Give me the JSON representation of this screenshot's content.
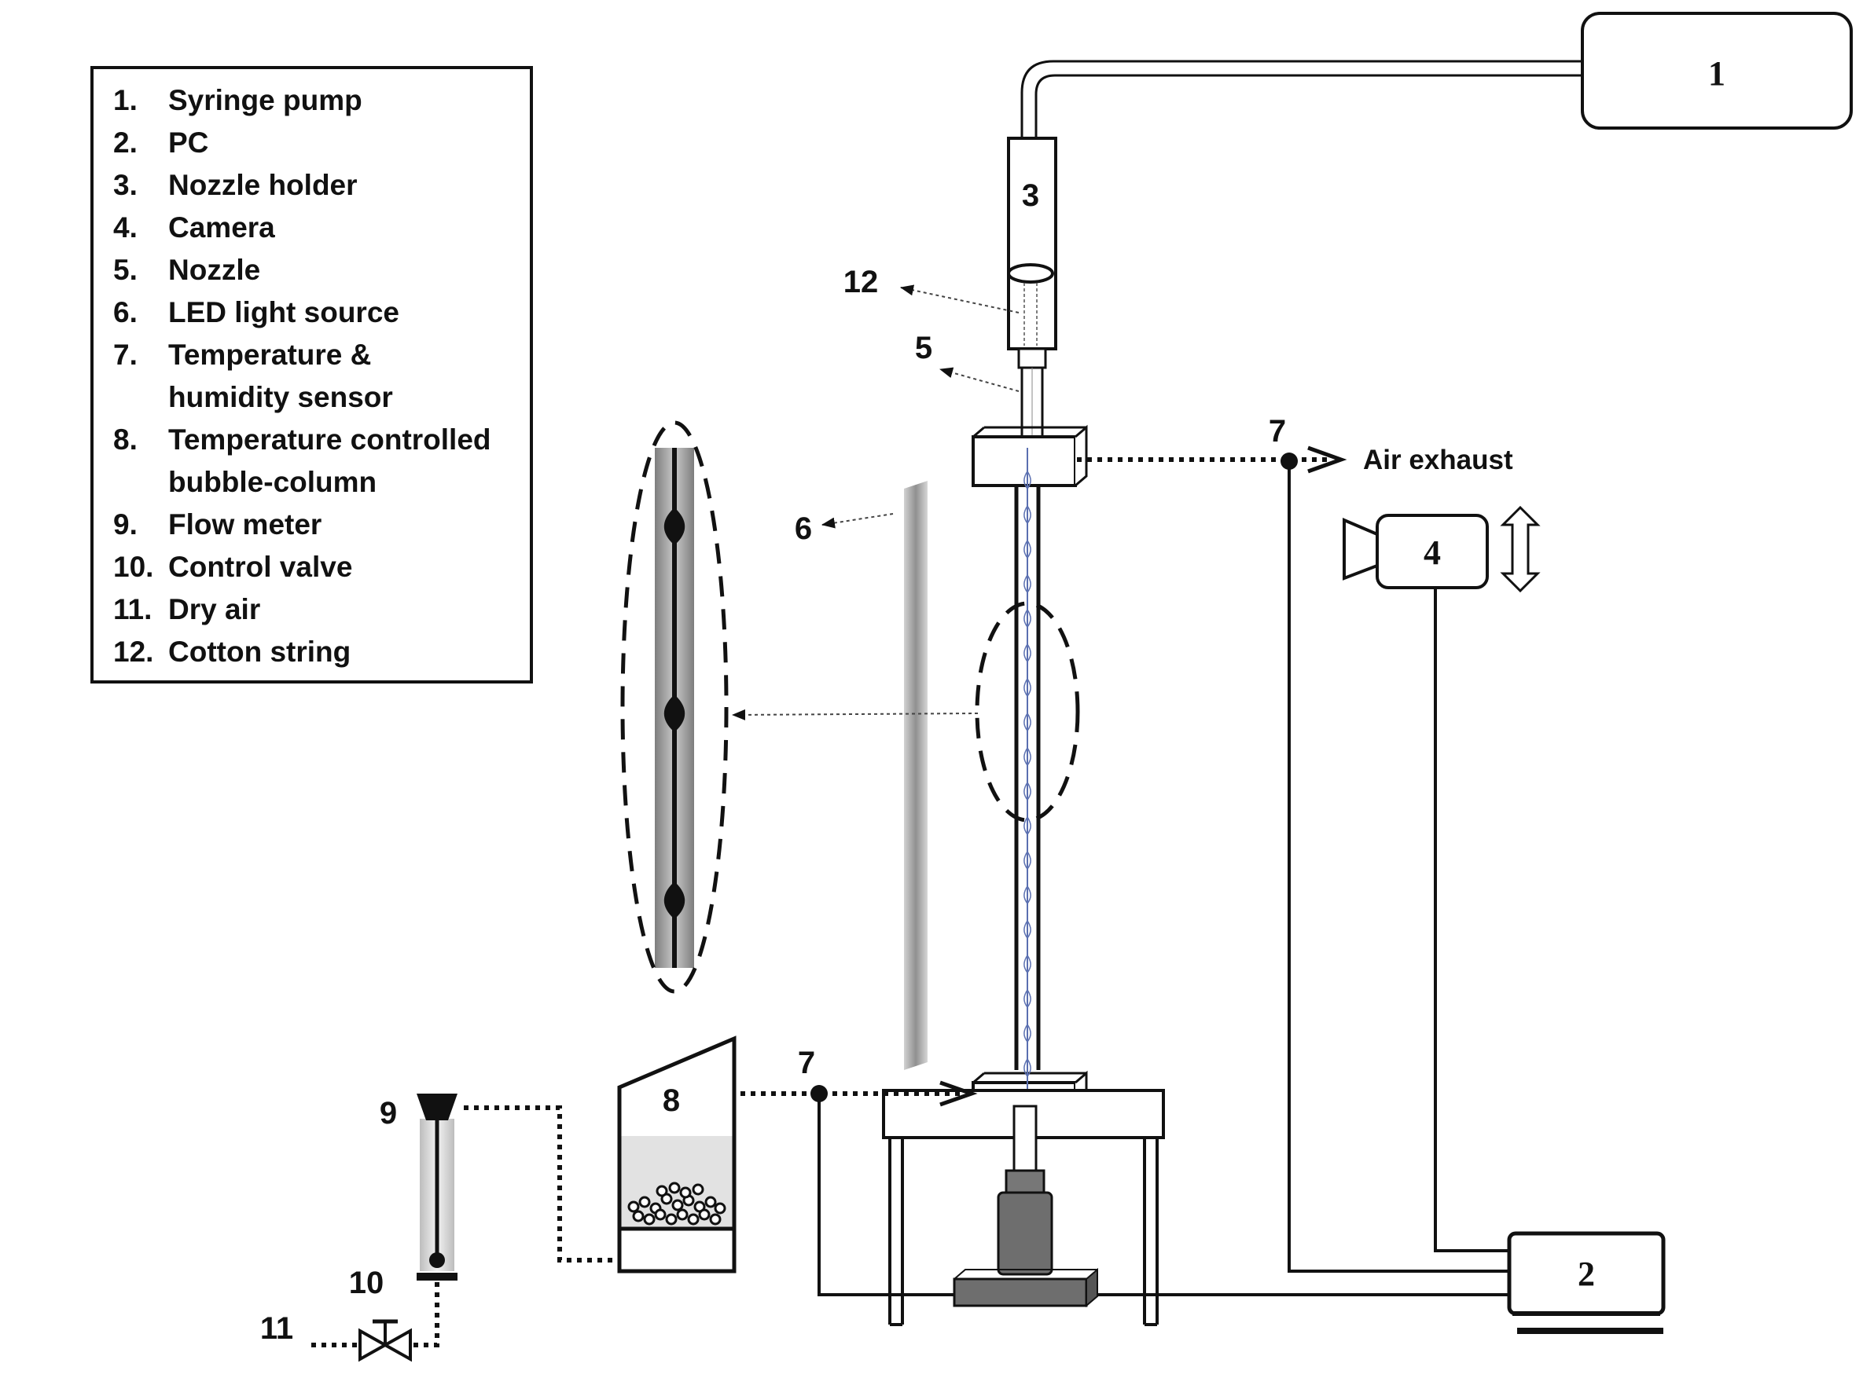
{
  "legend": {
    "items": [
      {
        "num": "1.",
        "lines": [
          "Syringe pump"
        ]
      },
      {
        "num": "2.",
        "lines": [
          "PC"
        ]
      },
      {
        "num": "3.",
        "lines": [
          "Nozzle holder"
        ]
      },
      {
        "num": "4.",
        "lines": [
          "Camera"
        ]
      },
      {
        "num": "5.",
        "lines": [
          "Nozzle"
        ]
      },
      {
        "num": "6.",
        "lines": [
          "LED light source"
        ]
      },
      {
        "num": "7.",
        "lines": [
          "Temperature &",
          "humidity sensor"
        ]
      },
      {
        "num": "8.",
        "lines": [
          "Temperature controlled",
          "bubble-column"
        ]
      },
      {
        "num": "9.",
        "lines": [
          "Flow meter"
        ]
      },
      {
        "num": "10.",
        "lines": [
          "Control valve"
        ]
      },
      {
        "num": "11.",
        "lines": [
          "Dry air"
        ]
      },
      {
        "num": "12.",
        "lines": [
          "Cotton string"
        ]
      }
    ]
  },
  "labels": {
    "syringe_pump": "1",
    "pc": "2",
    "nozzle_holder": "3",
    "camera": "4",
    "nozzle": "5",
    "led": "6",
    "sensor_top": "7",
    "sensor_bottom": "7",
    "bubble_column": "8",
    "flow_meter": "9",
    "control_valve": "10",
    "dry_air": "11",
    "cotton_string": "12",
    "air_exhaust": "Air exhaust"
  },
  "colors": {
    "line": "#111111",
    "led_gray": "#8c8c8c",
    "string_blue": "#5a6fb0",
    "base_gray": "#6e6e6e"
  }
}
